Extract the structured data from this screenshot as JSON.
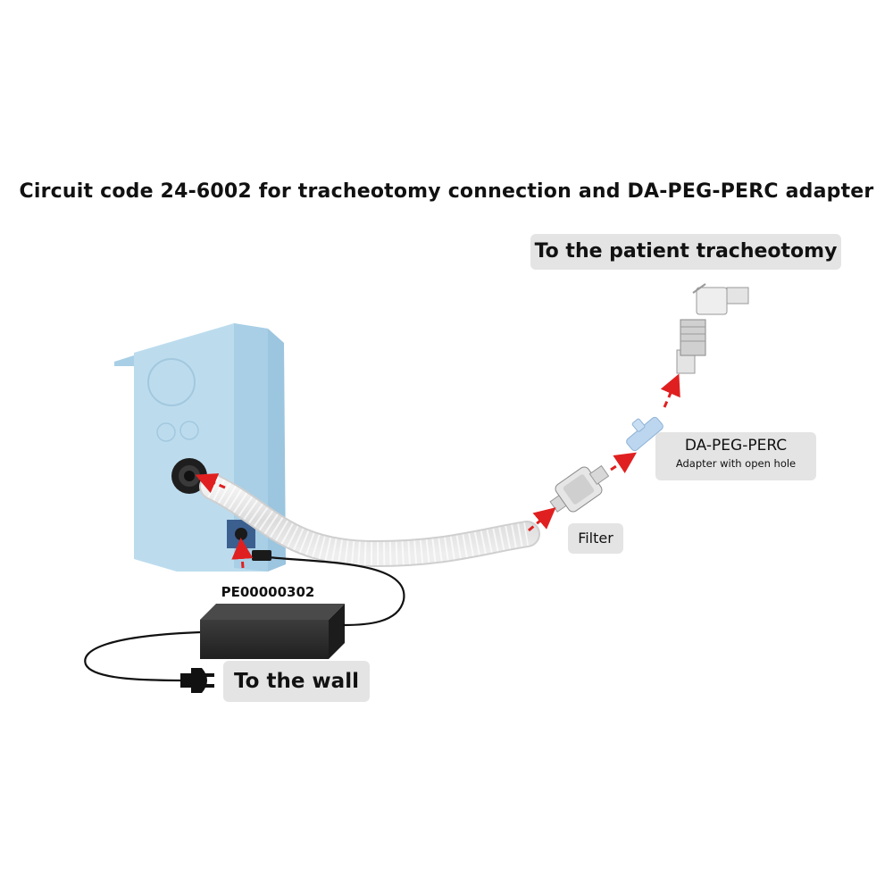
{
  "title": "Circuit code 24-6002 for tracheotomy connection and DA-PEG-PERC adapter",
  "labels": {
    "patient": "To the patient tracheotomy",
    "adapter_name": "DA-PEG-PERC",
    "adapter_desc": "Adapter with open hole",
    "filter": "Filter",
    "wall": "To the wall",
    "power_supply_code": "PE00000302"
  },
  "colors": {
    "device": "#bcdcee",
    "arrow": "#e02020",
    "label_bg": "#e4e4e4",
    "power_supply": "#2b2b2b"
  }
}
